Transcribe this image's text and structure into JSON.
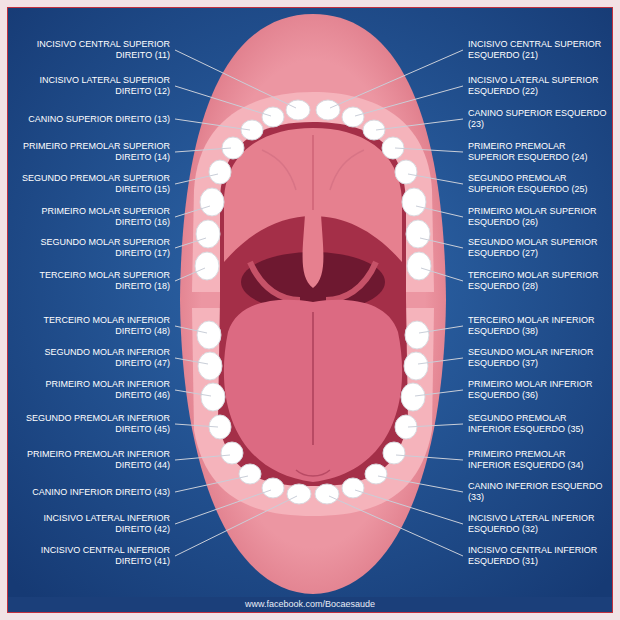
{
  "diagram": {
    "labels": [
      "INCISIVO CENTRAL SUPERIOR DIREITO (11)",
      "INCISIVO CENTRAL SUPERIOR ESQUERDO (21)",
      "INCISIVO LATERAL SUPERIOR DIREITO (12)",
      "INCISIVO LATERAL SUPERIOR ESQUERDO (22)",
      "CANINO SUPERIOR DIREITO (13)",
      "CANINO SUPERIOR ESQUERDO (23)",
      "PRIMEIRO PREMOLAR SUPERIOR DIREITO (14)",
      "PRIMEIRO PREMOLAR SUPERIOR ESQUERDO (24)",
      "SEGUNDO PREMOLAR SUPERIOR DIREITO (15)",
      "SEGUNDO PREMOLAR SUPERIOR ESQUERDO (25)",
      "PRIMEIRO MOLAR SUPERIOR DIREITO (16)",
      "PRIMEIRO MOLAR SUPERIOR ESQUERDO (26)",
      "SEGUNDO MOLAR SUPERIOR DIREITO (17)",
      "SEGUNDO MOLAR SUPERIOR ESQUERDO (27)",
      "TERCEIRO MOLAR SUPERIOR DIREITO (18)",
      "TERCEIRO MOLAR SUPERIOR ESQUERDO (28)",
      "TERCEIRO MOLAR INFERIOR DIREITO (48)",
      "TERCEIRO MOLAR INFERIOR ESQUERDO (38)",
      "SEGUNDO MOLAR INFERIOR DIREITO (47)",
      "SEGUNDO MOLAR INFERIOR ESQUERDO (37)",
      "PRIMEIRO MOLAR INFERIOR DIREITO (46)",
      "PRIMEIRO MOLAR INFERIOR ESQUERDO (36)",
      "SEGUNDO PREMOLAR INFERIOR DIREITO (45)",
      "SEGUNDO PREMOLAR INFERIOR ESQUERDO (35)",
      "PRIMEIRO PREMOLAR INFERIOR DIREITO (44)",
      "PRIMEIRO PREMOLAR INFERIOR ESQUERDO (34)",
      "CANINO INFERIOR DIREITO (43)",
      "CANINO INFERIOR ESQUERDO (33)",
      "INCISIVO LATERAL INFERIOR DIREITO (42)",
      "INCISIVO LATERAL INFERIOR ESQUERDO (32)",
      "INCISIVO CENTRAL INFERIOR DIREITO (41)",
      "INCISIVO CENTRAL INFERIOR ESQUERDO (31)",
      "www.facebook.com/Bocaesaude"
    ]
  }
}
